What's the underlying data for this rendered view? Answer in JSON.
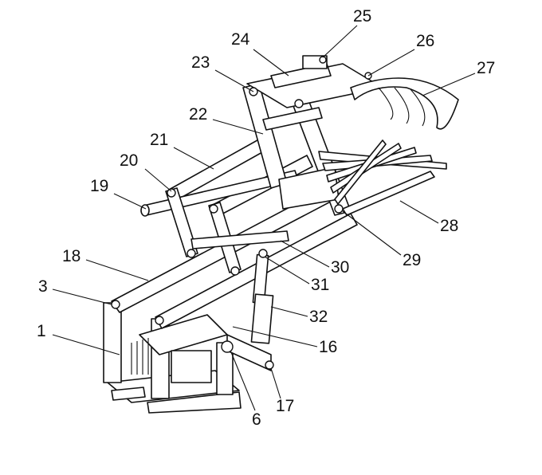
{
  "figure": {
    "labels": [
      "25",
      "24",
      "26",
      "27",
      "23",
      "22",
      "21",
      "20",
      "19",
      "18",
      "3",
      "1",
      "30",
      "31",
      "32",
      "16",
      "17",
      "6",
      "29",
      "28"
    ]
  }
}
